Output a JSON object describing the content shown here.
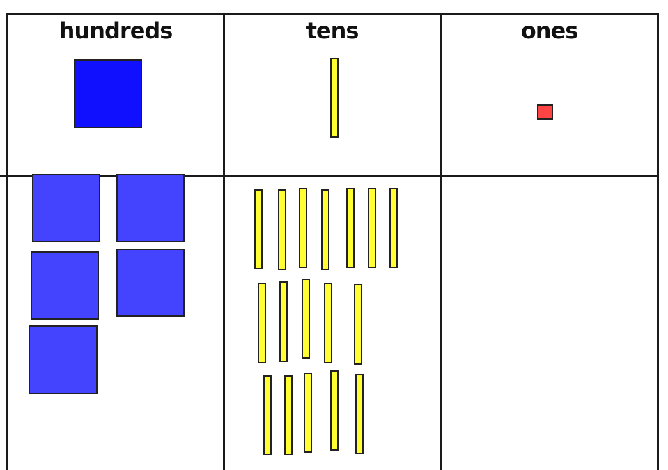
{
  "columns": [
    {
      "key": "hundreds",
      "label": "hundreds"
    },
    {
      "key": "tens",
      "label": "tens"
    },
    {
      "key": "ones",
      "label": "ones"
    }
  ],
  "key_row": {
    "hundreds": 1,
    "tens": 1,
    "ones": 1
  },
  "work_row": {
    "hundreds": 5,
    "tens": 17,
    "ones": 0
  },
  "colors": {
    "hundred_key": "#1010ff",
    "hundred_work": "#4444ff",
    "ten": "#ffff33",
    "one": "#ff4444",
    "grid": "#1a1a1a"
  }
}
